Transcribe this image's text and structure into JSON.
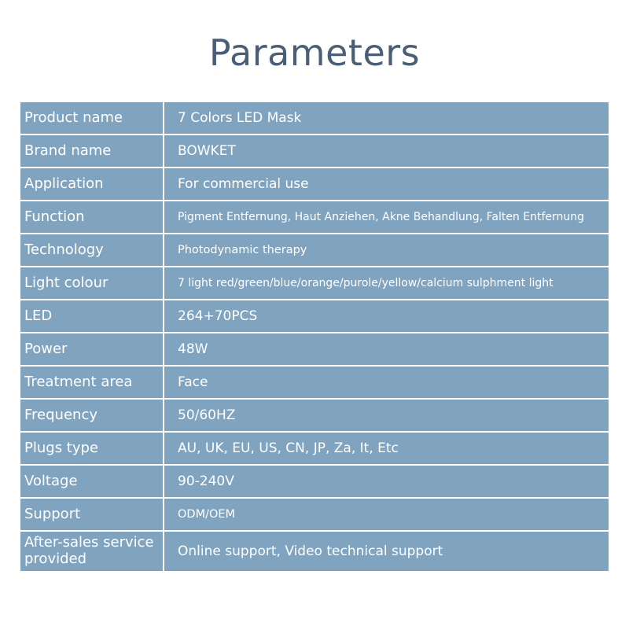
{
  "title": "Parameters",
  "rows": [
    {
      "label": "Product name",
      "value": "7 Colors LED Mask"
    },
    {
      "label": "Brand name",
      "value": "BOWKET"
    },
    {
      "label": "Application",
      "value": "For commercial use"
    },
    {
      "label": "Function",
      "value": "Pigment Entfernung, Haut Anziehen, Akne Behandlung, Falten Entfernung"
    },
    {
      "label": "Technology",
      "value": "Photodynamic therapy"
    },
    {
      "label": "Light colour",
      "value": "7 light red/green/blue/orange/purole/yellow/calcium sulphment light"
    },
    {
      "label": "LED",
      "value": "264+70PCS"
    },
    {
      "label": "Power",
      "value": "48W"
    },
    {
      "label": "Treatment area",
      "value": "Face"
    },
    {
      "label": "Frequency",
      "value": "50/60HZ"
    },
    {
      "label": "Plugs type",
      "value": "AU, UK, EU, US, CN, JP, Za, It, Etc"
    },
    {
      "label": "Voltage",
      "value": "90-240V"
    },
    {
      "label": "Support",
      "value": "ODM/OEM"
    },
    {
      "label": "After-sales service provided",
      "value": "Online support, Video technical support"
    }
  ]
}
